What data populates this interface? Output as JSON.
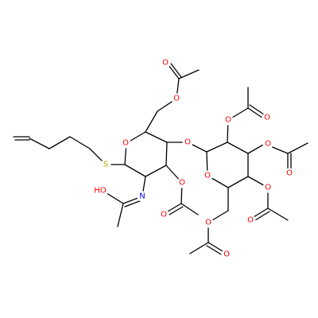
{
  "colors": {
    "carbon": "#000000",
    "oxygen": "#ff0000",
    "nitrogen": "#0000ff",
    "sulfur": "#b2b200"
  },
  "labels": {
    "o_ring1": "O",
    "o_ring2": "O",
    "o_glyco": "O",
    "o_6ac1": "O",
    "o_6ac1_co": "O",
    "o_3ac1": "O",
    "o_3ac1_co": "O",
    "o_2ac2": "O",
    "o_2ac2_co": "O",
    "o_3ac2": "O",
    "o_3ac2_co": "O",
    "o_4ac2": "O",
    "o_4ac2_co": "O",
    "o_6ac2": "O",
    "o_6ac2_co": "O",
    "n_imine": "N",
    "oh_imine": "HO",
    "s_thio": "S"
  }
}
